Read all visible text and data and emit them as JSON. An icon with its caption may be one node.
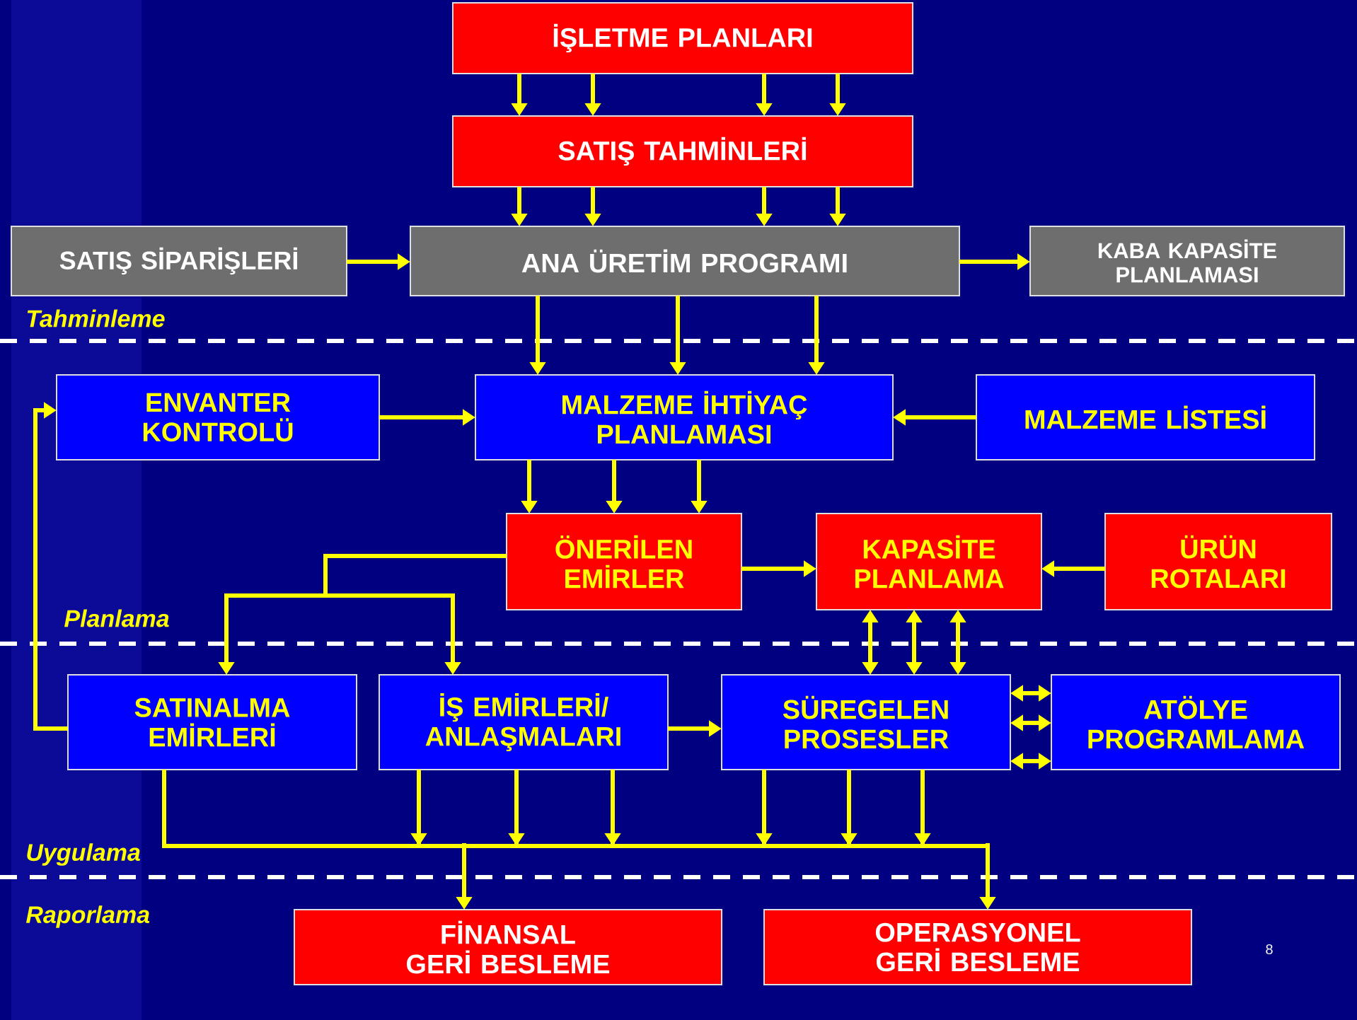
{
  "diagram": {
    "nodes": [
      {
        "text": [
          "İŞLETME PLANLARI"
        ]
      },
      {
        "text": [
          "SATIŞ TAHMİNLERİ"
        ]
      },
      {
        "text": [
          "SATIŞ SİPARİŞLERİ"
        ]
      },
      {
        "text": [
          "ANA ÜRETİM PROGRAMI"
        ]
      },
      {
        "text": [
          "KABA KAPASİTE PLANLAMASI"
        ]
      },
      {
        "text": [
          "ENVANTER KONTROLÜ"
        ]
      },
      {
        "text": [
          "MALZEME İHTİYAÇ PLANLAMASI"
        ]
      },
      {
        "text": [
          "MALZEME LİSTESİ"
        ]
      },
      {
        "text": [
          "ÖNERİLEN EMİRLER"
        ]
      },
      {
        "text": [
          "KAPASİTE PLANLAMA"
        ]
      },
      {
        "text": [
          "ÜRÜN ROTALARI"
        ]
      },
      {
        "text": [
          "SATINALMA EMİRLERİ"
        ]
      },
      {
        "text": [
          "İŞ EMİRLERİ/ ANLAŞMALARI"
        ]
      },
      {
        "text": [
          "SÜREGELEN PROSESLER"
        ]
      },
      {
        "text": [
          "ATÖLYE PROGRAMLAMA"
        ]
      },
      {
        "text": [
          "FİNANSAL GERİ BESLEME"
        ]
      },
      {
        "text": [
          "OPERASYONEL GERİ BESLEME"
        ]
      }
    ],
    "edges": [
      {
        "from": 0,
        "to": 1,
        "arrow": "to"
      },
      {
        "from": 0,
        "to": 1,
        "arrow": "to"
      },
      {
        "from": 0,
        "to": 1,
        "arrow": "to"
      },
      {
        "from": 0,
        "to": 1,
        "arrow": "to"
      },
      {
        "from": 1,
        "to": 3,
        "arrow": "to"
      },
      {
        "from": 1,
        "to": 3,
        "arrow": "to"
      },
      {
        "from": 1,
        "to": 3,
        "arrow": "to"
      },
      {
        "from": 1,
        "to": 3,
        "arrow": "to"
      },
      {
        "from": 2,
        "to": 3,
        "arrow": "to"
      },
      {
        "from": 3,
        "to": 4,
        "arrow": "to"
      },
      {
        "from": 3,
        "to": 6,
        "arrow": "to"
      },
      {
        "from": 3,
        "to": 6,
        "arrow": "to"
      },
      {
        "from": 3,
        "to": 6,
        "arrow": "to"
      },
      {
        "from": 5,
        "to": 6,
        "arrow": "to"
      },
      {
        "from": 7,
        "to": 6,
        "arrow": "to"
      },
      {
        "from": 6,
        "to": 8,
        "arrow": "to"
      },
      {
        "from": 6,
        "to": 8,
        "arrow": "to"
      },
      {
        "from": 6,
        "to": 8,
        "arrow": "to"
      },
      {
        "from": 8,
        "to": 9,
        "arrow": "to"
      },
      {
        "from": 10,
        "to": 9,
        "arrow": "to"
      },
      {
        "from": 8,
        "to": 11,
        "arrow": "to"
      },
      {
        "from": 8,
        "to": 12,
        "arrow": "to"
      },
      {
        "from": 9,
        "to": 13,
        "arrow": "both"
      },
      {
        "from": 9,
        "to": 13,
        "arrow": "both"
      },
      {
        "from": 9,
        "to": 13,
        "arrow": "both"
      },
      {
        "from": 13,
        "to": 14,
        "arrow": "both"
      },
      {
        "from": 13,
        "to": 14,
        "arrow": "both"
      },
      {
        "from": 13,
        "to": 14,
        "arrow": "both"
      },
      {
        "from": 12,
        "to": 13,
        "arrow": "to"
      },
      {
        "from": 11,
        "to": 5,
        "arrow": "to"
      },
      {
        "from": 11,
        "to": 15,
        "arrow": "to"
      },
      {
        "from": 11,
        "to": 16,
        "arrow": "to"
      },
      {
        "from": 12,
        "to": 15,
        "arrow": "to"
      },
      {
        "from": 12,
        "to": 16,
        "arrow": "to"
      },
      {
        "from": 13,
        "to": 15,
        "arrow": "to"
      },
      {
        "from": 13,
        "to": 16,
        "arrow": "to"
      }
    ],
    "labels": [
      "Tahminleme",
      "Planlama",
      "Uygulama",
      "Raporlama",
      "8"
    ]
  }
}
